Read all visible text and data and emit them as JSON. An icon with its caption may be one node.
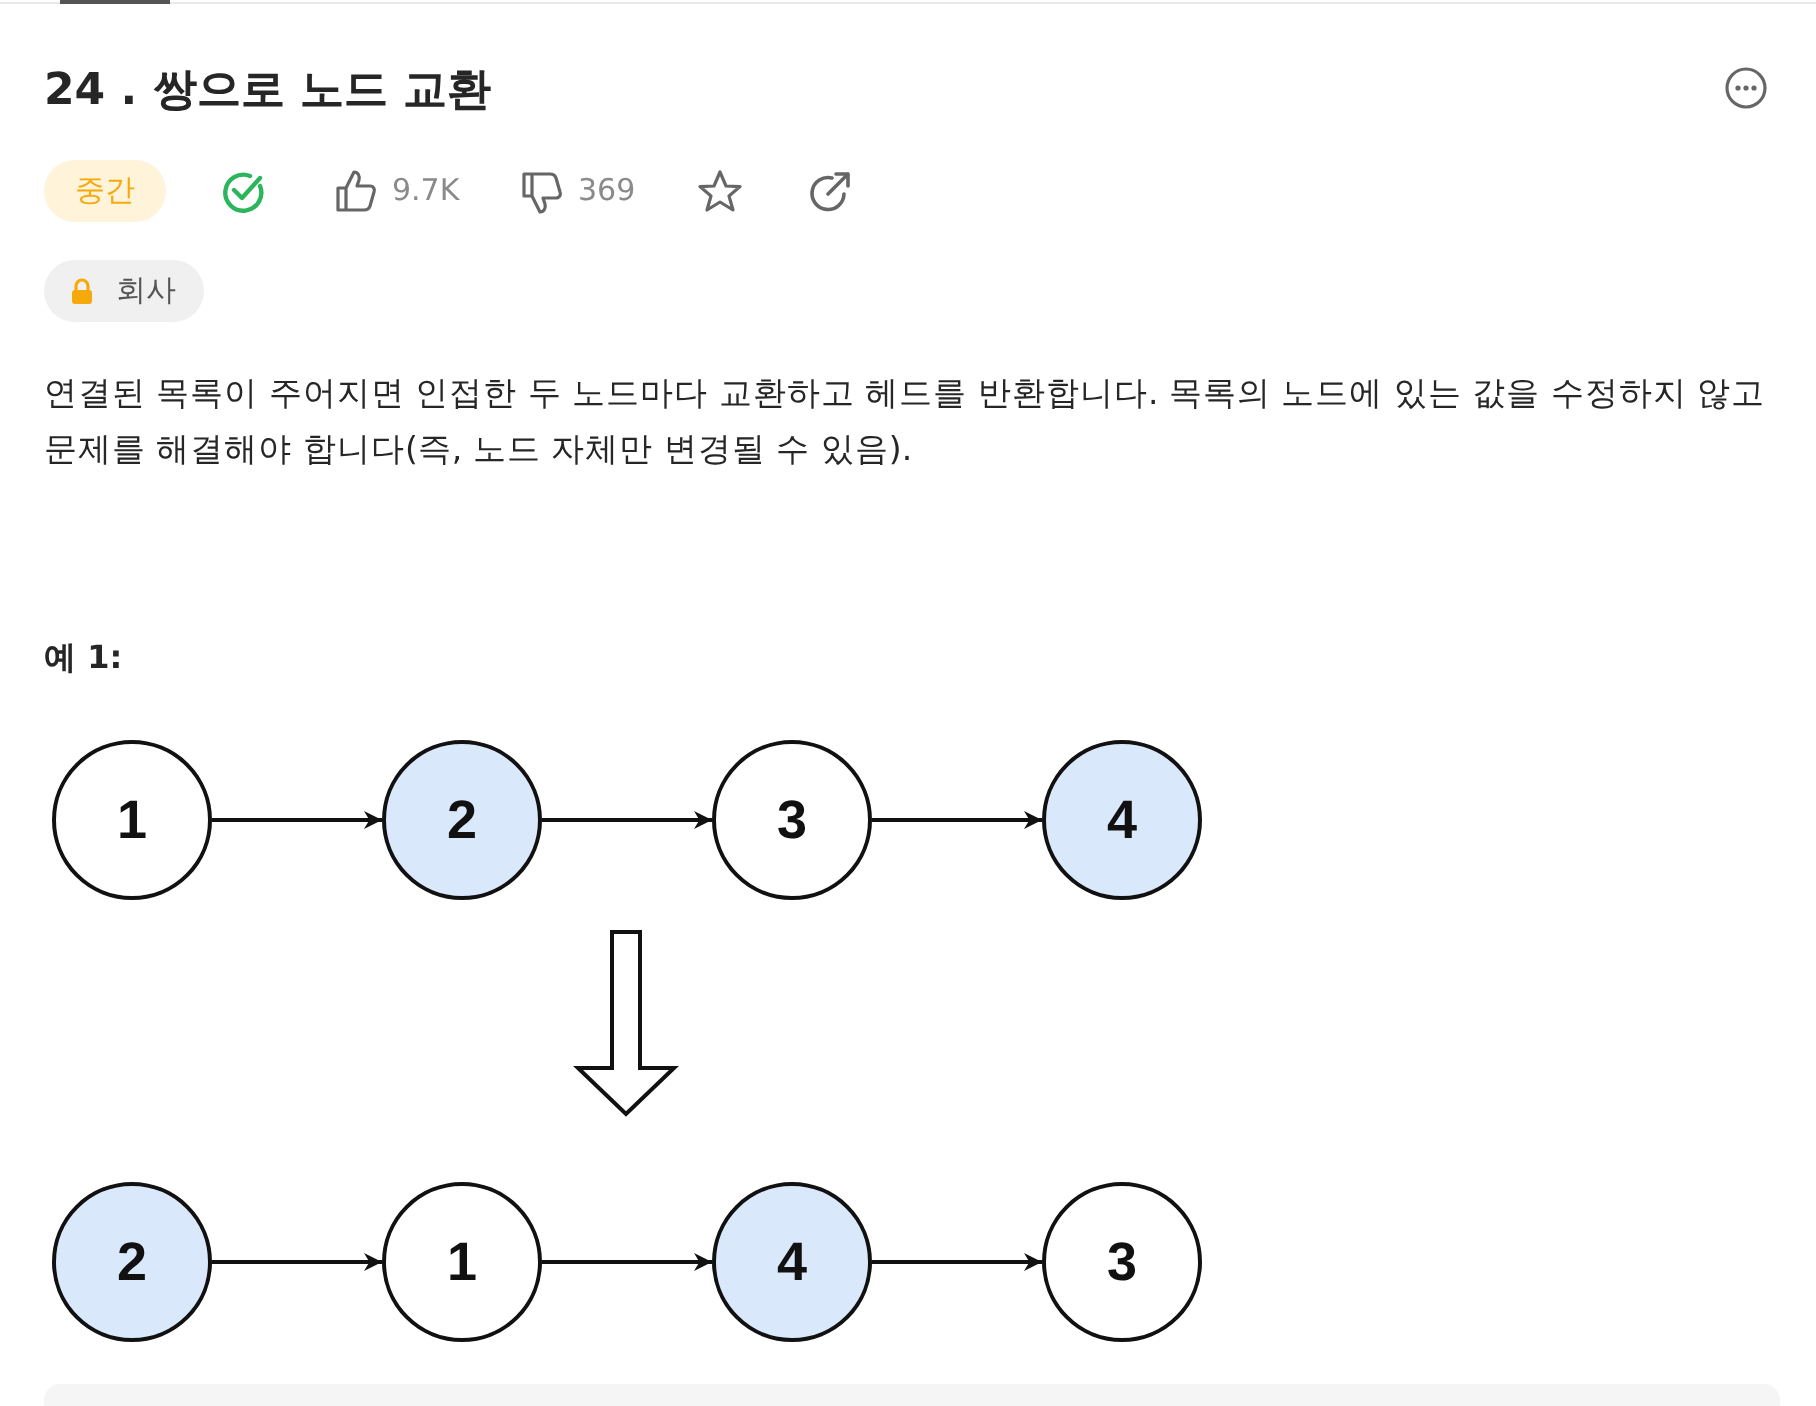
{
  "diagram": {
    "title": "24 . 쌍으로 노드 교환",
    "nodes": [
      {
        "text": [
          "1"
        ]
      },
      {
        "text": [
          "2"
        ]
      },
      {
        "text": [
          "3"
        ]
      },
      {
        "text": [
          "4"
        ]
      },
      {
        "text": [
          "2"
        ]
      },
      {
        "text": [
          "1"
        ]
      },
      {
        "text": [
          "4"
        ]
      },
      {
        "text": [
          "3"
        ]
      }
    ],
    "edges": [
      {
        "from": 0,
        "to": 1,
        "arrow": "to"
      },
      {
        "from": 1,
        "to": 2,
        "arrow": "to"
      },
      {
        "from": 2,
        "to": 3,
        "arrow": "to"
      },
      {
        "from": 4,
        "to": 5,
        "arrow": "to"
      },
      {
        "from": 5,
        "to": 6,
        "arrow": "to"
      },
      {
        "from": 6,
        "to": 7,
        "arrow": "to"
      }
    ],
    "labels": [
      "중간",
      "9.7K",
      "369",
      "회사",
      "연결된 목록이 주어지면 인접한 두 노드마다 교환하고 헤드를 반환합니다. 목록의 노드에 있는 값을 수정하지 않고 문제를 해결해야 합니다(즉, 노드 자체만 변경될 수 있음).",
      "예 1:"
    ]
  }
}
